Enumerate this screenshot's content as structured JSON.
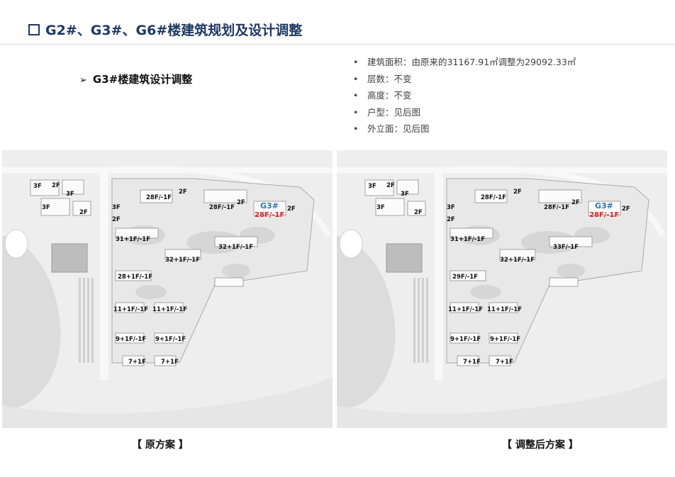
{
  "header": {
    "title": "G2#、G3#、G6#楼建筑规划及设计调整"
  },
  "section": {
    "subtitle": "G3#楼建筑设计调整",
    "bullets": [
      "建筑面积：由原来的31167.91㎡调整为29092.33㎡",
      "层数：不变",
      "高度：不变",
      "户型：见后图",
      "外立面：见后图"
    ]
  },
  "plans": {
    "original": {
      "caption": "【 原方案 】",
      "g3_tag": "G3#",
      "g3_floor": "28F/-1F",
      "labels": [
        "3F",
        "2F",
        "3F",
        "3F",
        "2F",
        "28F/-1F",
        "2F",
        "2F",
        "3F",
        "2F",
        "28F/-1F",
        "2F",
        "31+1F/-1F",
        "32+1F/-1F",
        "32+1F/-1F",
        "28+1F/-1F",
        "11+1F/-1F",
        "11+1F/-1F",
        "9+1F/-1F",
        "9+1F/-1F",
        "7+1F",
        "7+1F"
      ]
    },
    "adjusted": {
      "caption": "【 调整后方案 】",
      "g3_tag": "G3#",
      "g3_floor": "28F/-1F",
      "labels": [
        "3F",
        "2F",
        "3F",
        "3F",
        "2F",
        "28F/-1F",
        "2F",
        "2F",
        "3F",
        "2F",
        "28F/-1F",
        "2F",
        "31+1F/-1F",
        "32+1F/-1F",
        "33F/-1F",
        "29F/-1F",
        "11+1F/-1F",
        "11+1F/-1F",
        "9+1F/-1F",
        "9+1F/-1F",
        "7+1F",
        "7+1F"
      ]
    }
  }
}
